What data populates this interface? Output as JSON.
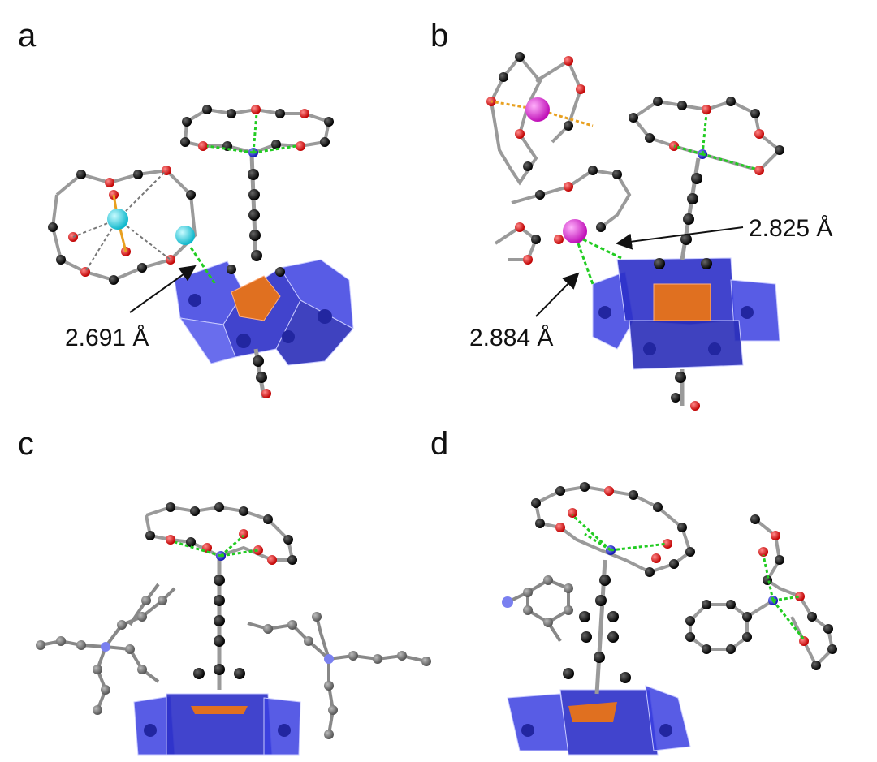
{
  "panels": [
    {
      "letter": "a",
      "distances": [
        "2.691 Å"
      ]
    },
    {
      "letter": "b",
      "distances": [
        "2.825 Å",
        "2.884 Å"
      ]
    },
    {
      "letter": "c",
      "distances": []
    },
    {
      "letter": "d",
      "distances": []
    }
  ],
  "colors": {
    "polyhedron_blue": "#3b3fe0",
    "central_orange": "#e07020",
    "carbon": "#111111",
    "oxygen": "#e01010",
    "nitrogen": "#1a22cc",
    "hydrogen": "#e8e8e8",
    "bond_gray": "#9a9a9a",
    "hbond_green": "#22cc22",
    "cation_cyan": "#22d6e6",
    "cation_magenta": "#e020d8",
    "coord_orange": "#e8a020",
    "alkyl_gray": "#666666"
  }
}
